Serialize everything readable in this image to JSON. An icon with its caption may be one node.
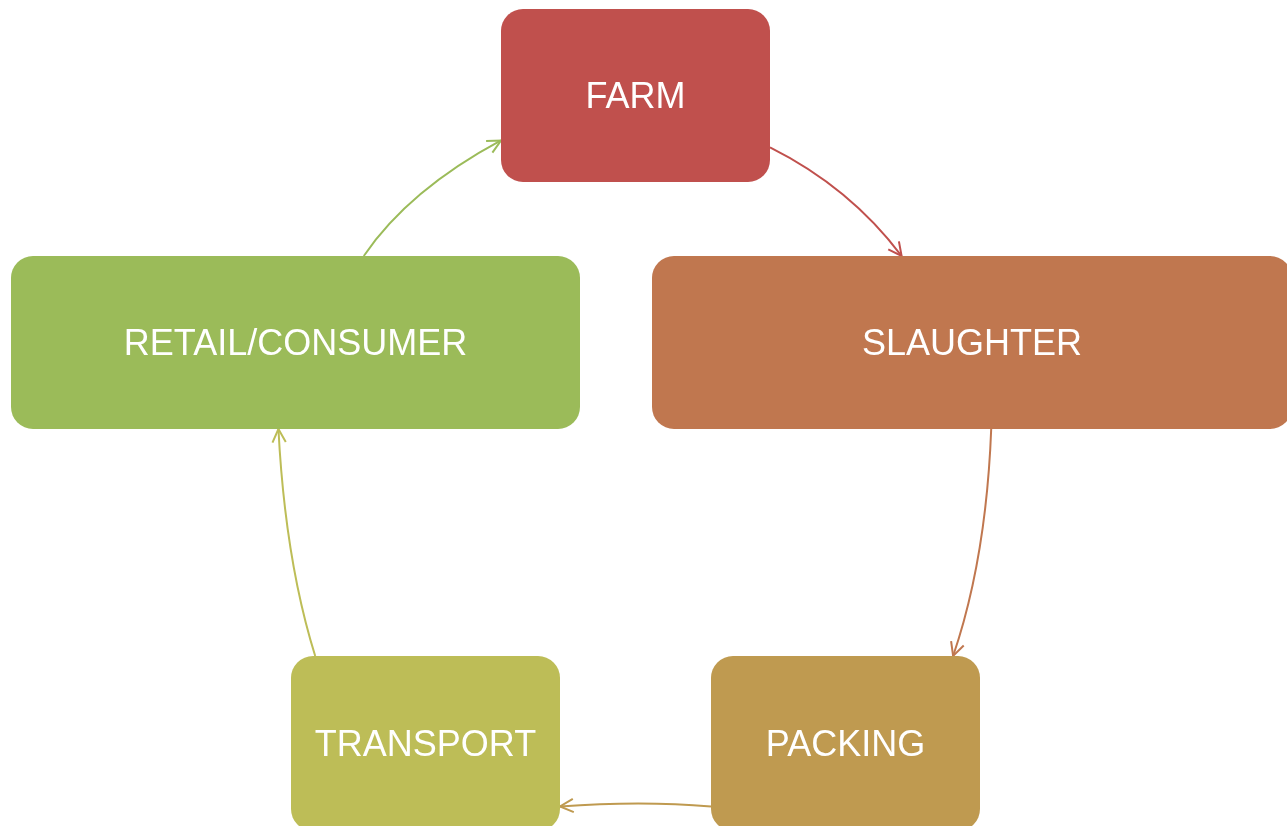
{
  "diagram": {
    "nodes": [
      {
        "text": [
          "FARM"
        ]
      },
      {
        "text": [
          "SLAUGHTER"
        ]
      },
      {
        "text": [
          "PACKING"
        ]
      },
      {
        "text": [
          "TRANSPORT"
        ]
      },
      {
        "text": [
          "RETAIL/CONSUMER"
        ]
      }
    ],
    "edges": [
      {
        "from": 0,
        "to": 1,
        "arrow": "to",
        "color": "#c0504d"
      },
      {
        "from": 1,
        "to": 2,
        "arrow": "to",
        "color": "#c0774f"
      },
      {
        "from": 2,
        "to": 3,
        "arrow": "to",
        "color": "#bf9a50"
      },
      {
        "from": 3,
        "to": 4,
        "arrow": "to",
        "color": "#bdbd57"
      },
      {
        "from": 4,
        "to": 0,
        "arrow": "to",
        "color": "#9bbb59"
      }
    ]
  }
}
